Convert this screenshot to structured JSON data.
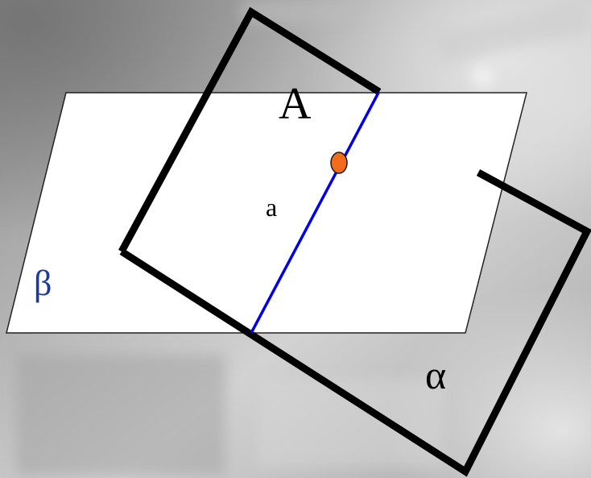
{
  "labels": {
    "point": "A",
    "line": "a",
    "plane_beta": "β",
    "plane_alpha": "α"
  },
  "colors": {
    "plane_beta_fill": "#ffffff",
    "plane_beta_outline": "#222222",
    "plane_alpha_outline": "#000000",
    "intersection_line": "#0000ee",
    "point_fill": "#f26b1d",
    "point_outline": "#1a1a1a",
    "beta_label": "#1a3aa0",
    "text": "#000000"
  }
}
